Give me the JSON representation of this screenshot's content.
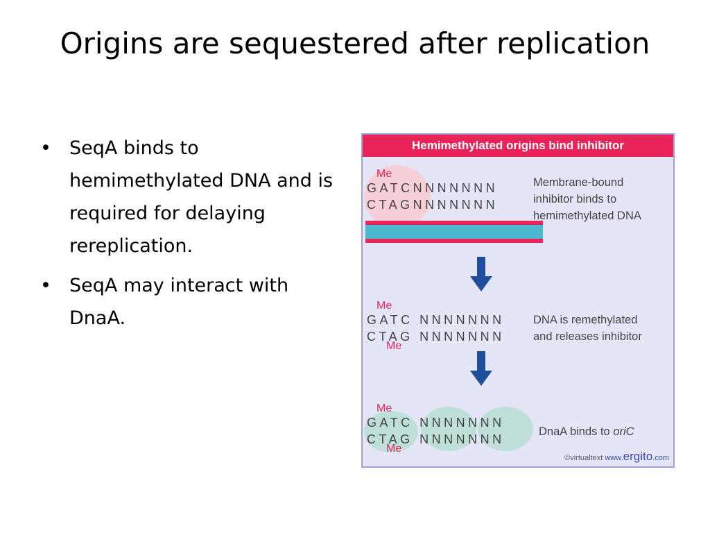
{
  "slide": {
    "title": "Origins are sequestered after replication",
    "bullets": [
      "SeqA binds to hemimethylated DNA and is required for delaying rereplication.",
      "SeqA may interact with DnaA."
    ]
  },
  "figure": {
    "header": "Hemimethylated origins bind inhibitor",
    "me_label": "Me",
    "panels": [
      {
        "top_strand": "GATCNNNNNNN",
        "bottom_strand": "CTAGNNNNNNN",
        "description": [
          "Membrane-bound",
          "inhibitor binds to",
          "hemimethylated DNA"
        ]
      },
      {
        "top_strand": "GATC NNNNNNN",
        "bottom_strand": "CTAG NNNNNNN",
        "description": [
          "DNA is remethylated",
          "and releases inhibitor"
        ]
      },
      {
        "top_strand": "GATC NNNNNNN",
        "bottom_strand": "CTAG NNNNNNN",
        "description_prefix": "DnaA binds to ",
        "description_italic": "oriC"
      }
    ],
    "credit": {
      "prefix": "©virtualtext  ",
      "www": "www.",
      "brand": "ergito",
      "suffix": ".com"
    }
  }
}
